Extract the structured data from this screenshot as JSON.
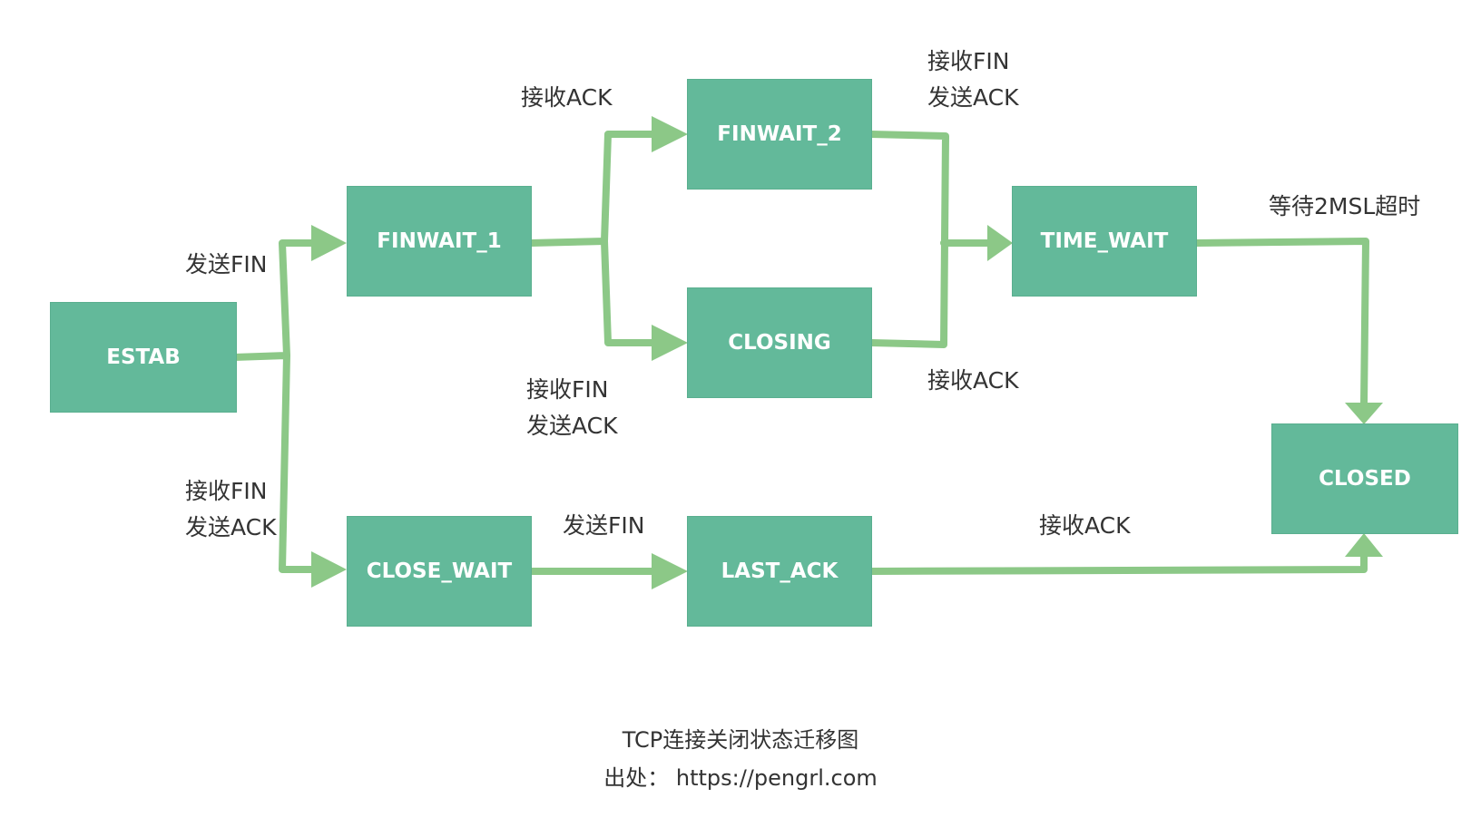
{
  "colors": {
    "node_fill": "#63b99a",
    "edge": "#8cc887",
    "text": "#333333"
  },
  "nodes": {
    "estab": "ESTAB",
    "finwait1": "FINWAIT_1",
    "finwait2": "FINWAIT_2",
    "closing": "CLOSING",
    "time_wait": "TIME_WAIT",
    "closed": "CLOSED",
    "close_wait": "CLOSE_WAIT",
    "last_ack": "LAST_ACK"
  },
  "labels": {
    "estab_to_finwait1": "发送FIN",
    "estab_to_closewait_1": "接收FIN",
    "estab_to_closewait_2": "发送ACK",
    "finwait1_to_finwait2": "接收ACK",
    "finwait1_to_closing_1": "接收FIN",
    "finwait1_to_closing_2": "发送ACK",
    "finwait2_to_timewait_1": "接收FIN",
    "finwait2_to_timewait_2": "发送ACK",
    "closing_to_timewait": "接收ACK",
    "timewait_to_closed": "等待2MSL超时",
    "closewait_to_lastack": "发送FIN",
    "lastack_to_closed": "接收ACK"
  },
  "caption": {
    "title": "TCP连接关闭状态迁移图",
    "source": "出处： https://pengrl.com"
  }
}
